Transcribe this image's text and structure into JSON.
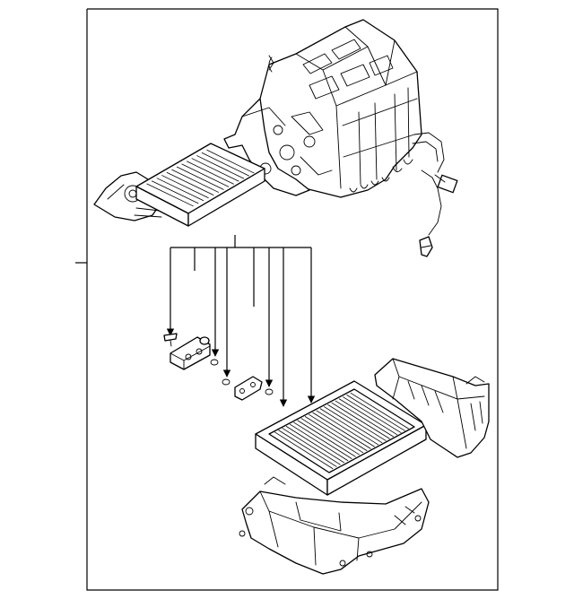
{
  "diagram": {
    "callout_labels": [],
    "parts": [
      "hvac-case-assembly",
      "heater-core",
      "heater-core-pipe-bracket",
      "wire-harness-connector",
      "sensor",
      "screw",
      "expansion-valve",
      "o-ring",
      "o-ring",
      "pipe-block",
      "o-ring",
      "evaporator-core",
      "evaporator-upper-case",
      "evaporator-lower-case"
    ],
    "colors": {
      "line": "#000000",
      "background": "#ffffff"
    }
  }
}
